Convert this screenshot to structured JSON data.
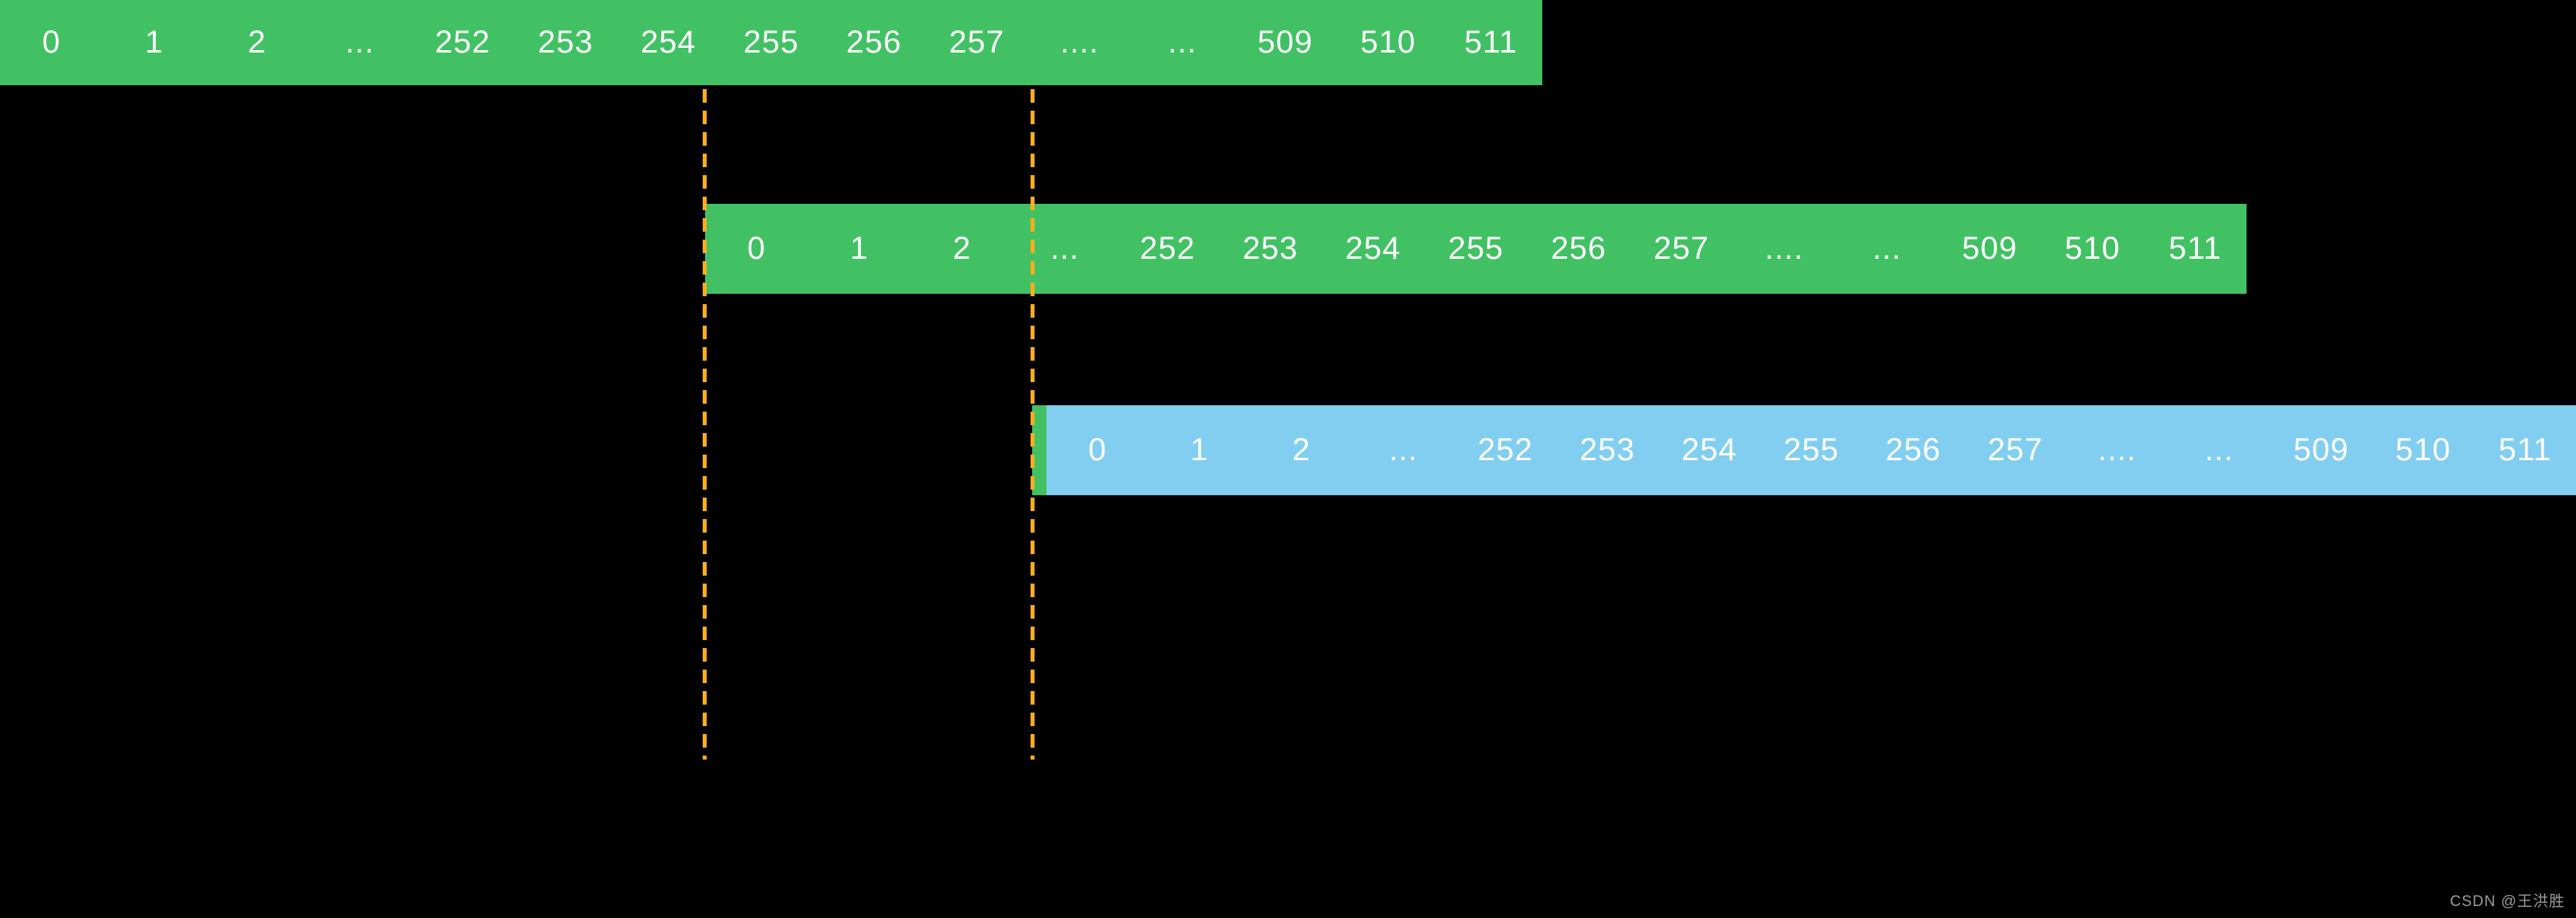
{
  "colors": {
    "background": "#000000",
    "green": "#41C163",
    "blue": "#82CEF0",
    "dash": "#FFAD1E",
    "label": "#FFFFFF",
    "watermark": "#9B9B9B"
  },
  "bars": {
    "top": {
      "labels": [
        "0",
        "1",
        "2",
        "...",
        "252",
        "253",
        "254",
        "255",
        "256",
        "257",
        "....",
        "...",
        "509",
        "510",
        "511"
      ]
    },
    "middle": {
      "labels": [
        "0",
        "1",
        "2",
        "...",
        "252",
        "253",
        "254",
        "255",
        "256",
        "257",
        "....",
        "...",
        "509",
        "510",
        "511"
      ]
    },
    "bottom": {
      "labels": [
        "0",
        "1",
        "2",
        "...",
        "252",
        "253",
        "254",
        "255",
        "256",
        "257",
        "....",
        "...",
        "509",
        "510",
        "511"
      ]
    }
  },
  "watermark": {
    "text": "CSDN @王洪胜"
  }
}
